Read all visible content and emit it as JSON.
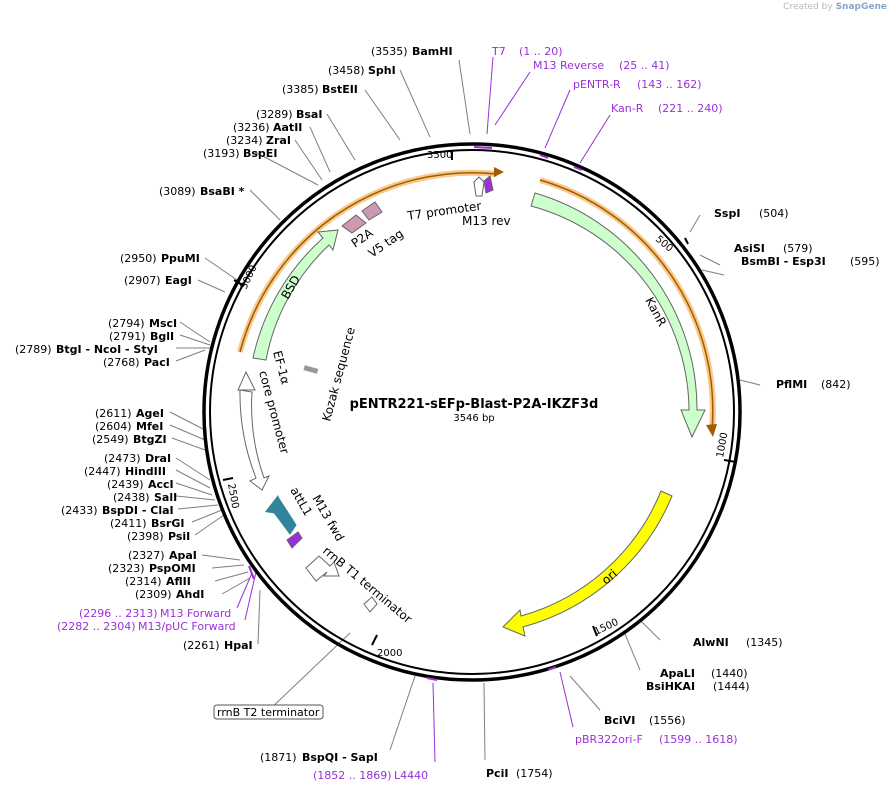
{
  "credit": {
    "prefix": "Created by",
    "brand": "SnapGene"
  },
  "map": {
    "name": "pENTR221-sEFp-Blast-P2A-IKZF3d",
    "length": "3546 bp"
  },
  "ticks": [
    "500",
    "1000",
    "1500",
    "2000",
    "2500",
    "3000",
    "3500"
  ],
  "features": {
    "kanr": "KanR",
    "ori": "ori",
    "bsd": "BSD",
    "p2a": "P2A",
    "v5": "V5 tag",
    "t7p": "T7 promoter",
    "m13rev": "M13 rev",
    "ef1a_1": "EF-1α",
    "ef1a_2": "core promoter",
    "kozak": "Kozak sequence",
    "attl1": "attL1",
    "m13fwd": "M13 fwd",
    "rrnbt1": "rrnB T1 terminator",
    "rrnbt2": "rrnB T2 terminator"
  },
  "enzymes": [
    {
      "pos": "(3535)",
      "name": "BamHI"
    },
    {
      "pos": "(3458)",
      "name": "SphI"
    },
    {
      "pos": "(3385)",
      "name": "BstEII"
    },
    {
      "pos": "(3289)",
      "name": "BsaI"
    },
    {
      "pos": "(3236)",
      "name": "AatII"
    },
    {
      "pos": "(3234)",
      "name": "ZraI"
    },
    {
      "pos": "(3193)",
      "name": "BspEI"
    },
    {
      "pos": "(3089)",
      "name": "BsaBI *"
    },
    {
      "pos": "(2950)",
      "name": "PpuMI"
    },
    {
      "pos": "(2907)",
      "name": "EagI"
    },
    {
      "pos": "(2794)",
      "name": "MscI"
    },
    {
      "pos": "(2791)",
      "name": "BglI"
    },
    {
      "pos": "(2789)",
      "name": "BtgI  - NcoI  - StyI"
    },
    {
      "pos": "(2768)",
      "name": "PacI"
    },
    {
      "pos": "(2611)",
      "name": "AgeI"
    },
    {
      "pos": "(2604)",
      "name": "MfeI"
    },
    {
      "pos": "(2549)",
      "name": "BtgZI"
    },
    {
      "pos": "(2473)",
      "name": "DraI"
    },
    {
      "pos": "(2447)",
      "name": "HindIII"
    },
    {
      "pos": "(2439)",
      "name": "AccI"
    },
    {
      "pos": "(2438)",
      "name": "SalI"
    },
    {
      "pos": "(2433)",
      "name": "BspDI  - ClaI"
    },
    {
      "pos": "(2411)",
      "name": "BsrGI"
    },
    {
      "pos": "(2398)",
      "name": "PsiI"
    },
    {
      "pos": "(2327)",
      "name": "ApaI"
    },
    {
      "pos": "(2323)",
      "name": "PspOMI"
    },
    {
      "pos": "(2314)",
      "name": "AflII"
    },
    {
      "pos": "(2309)",
      "name": "AhdI"
    },
    {
      "pos": "(2261)",
      "name": "HpaI"
    },
    {
      "pos": "(1871)",
      "name": "BspQI  - SapI"
    },
    {
      "pos": "(1754)",
      "name": "PciI"
    },
    {
      "pos": "(1556)",
      "name": "BciVI"
    },
    {
      "pos": "(1440)",
      "name": "ApaLI"
    },
    {
      "pos": "(1444)",
      "name": "BsiHKAI"
    },
    {
      "pos": "(1345)",
      "name": "AlwNI"
    },
    {
      "pos": "(842)",
      "name": "PflMI"
    },
    {
      "pos": "(595)",
      "name": "BsmBI  - Esp3I"
    },
    {
      "pos": "(579)",
      "name": "AsiSI"
    },
    {
      "pos": "(504)",
      "name": "SspI"
    }
  ],
  "primers": [
    {
      "name": "T7",
      "range": "(1 .. 20)"
    },
    {
      "name": "M13 Reverse",
      "range": "(25 .. 41)"
    },
    {
      "name": "pENTR-R",
      "range": "(143 .. 162)"
    },
    {
      "name": "Kan-R",
      "range": "(221 .. 240)"
    },
    {
      "name": "pBR322ori-F",
      "range": "(1599 .. 1618)"
    },
    {
      "name": "L4440",
      "range": "(1852 .. 1869)"
    },
    {
      "name": "M13 Forward",
      "range": "(2296 .. 2313)"
    },
    {
      "name": "M13/pUC Forward",
      "range": "(2282 .. 2304)"
    }
  ],
  "colors": {
    "backbone": "#000000",
    "kanr": "#ccffcc",
    "ori": "#ffff00",
    "bsd": "#ccffcc",
    "p2a": "#cc99b2",
    "attl1": "#31849b",
    "primer": "#9b30d9",
    "orf_highlight": "#f7c98a"
  }
}
